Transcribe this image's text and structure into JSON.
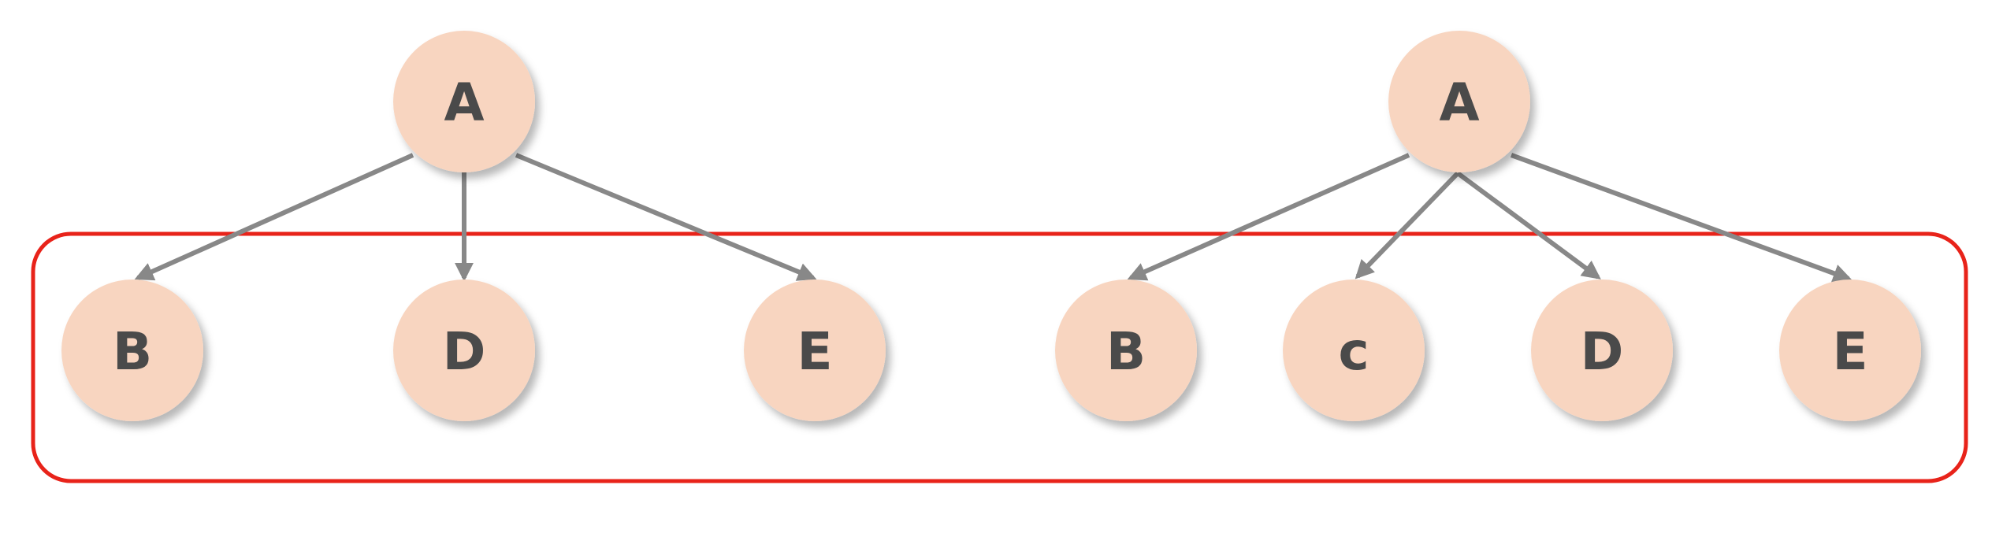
{
  "colors": {
    "node_fill": "#f8d5c0",
    "node_text": "#4a4a4a",
    "edge": "#888888",
    "highlight_frame": "#e8231a",
    "background": "#ffffff"
  },
  "left_tree": {
    "root": {
      "id": "A",
      "label": "A"
    },
    "children": [
      {
        "id": "B",
        "label": "B"
      },
      {
        "id": "D",
        "label": "D"
      },
      {
        "id": "E",
        "label": "E"
      }
    ]
  },
  "right_tree": {
    "root": {
      "id": "A",
      "label": "A"
    },
    "children": [
      {
        "id": "B",
        "label": "B"
      },
      {
        "id": "c",
        "label": "c"
      },
      {
        "id": "D",
        "label": "D"
      },
      {
        "id": "E",
        "label": "E"
      }
    ]
  },
  "highlight": {
    "encloses": "children of both trees"
  }
}
